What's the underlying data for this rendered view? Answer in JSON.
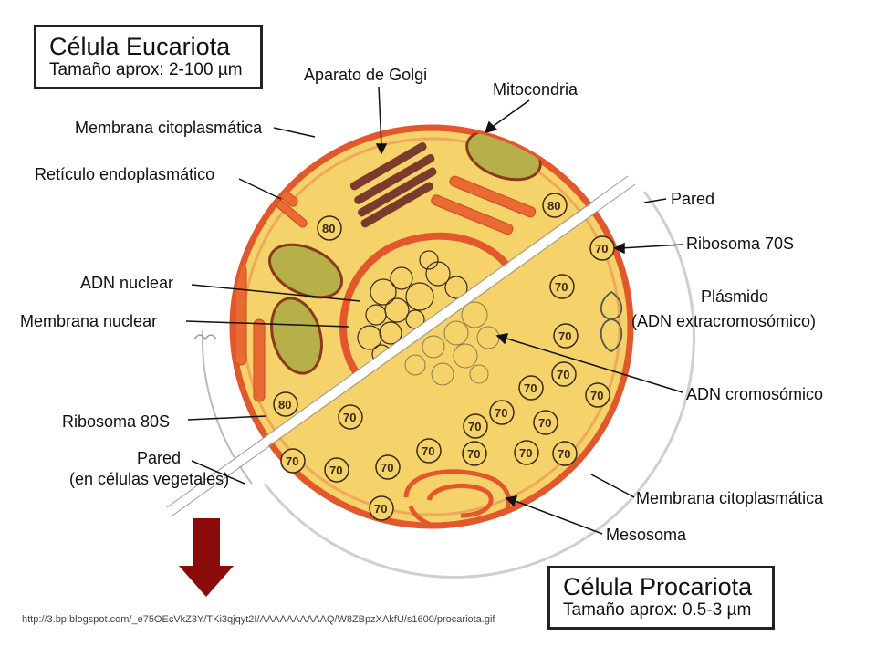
{
  "eukaryote": {
    "title": "Célula Eucariota",
    "size": "Tamaño aprox: 2-100 µm"
  },
  "prokaryote": {
    "title": "Célula Procariota",
    "size": "Tamaño aprox: 0.5-3 µm"
  },
  "labels": {
    "golgi": "Aparato de Golgi",
    "mitocondria": "Mitocondria",
    "membrana_citoplasmatica_euk": "Membrana citoplasmática",
    "reticulo": "Retículo endoplasmático",
    "pared": "Pared",
    "ribosoma70": "Ribosoma 70S",
    "adn_nuclear": "ADN nuclear",
    "plasmido": "Plásmido",
    "adn_extra": "(ADN extracromosómico)",
    "membrana_nuclear": "Membrana nuclear",
    "adn_cromosomico": "ADN cromosómico",
    "ribosoma80": "Ribosoma 80S",
    "pared_veg_1": "Pared",
    "pared_veg_2": "(en células vegetales)",
    "membrana_citoplasmatica_pro": "Membrana citoplasmática",
    "mesosoma": "Mesosoma"
  },
  "ribosome_labels": {
    "euk": "80",
    "pro": "70"
  },
  "source_url": "http://3.bp.blogspot.com/_e75OEcVkZ3Y/TKi3qjqyt2I/AAAAAAAAAAQ/W8ZBpzXAkfU/s1600/procariota.gif",
  "colors": {
    "cytoplasm": "#f6d36a",
    "membrane": "#e2572b",
    "mitochondria": "#b6b04a",
    "arrow": "#8b0a0a"
  }
}
